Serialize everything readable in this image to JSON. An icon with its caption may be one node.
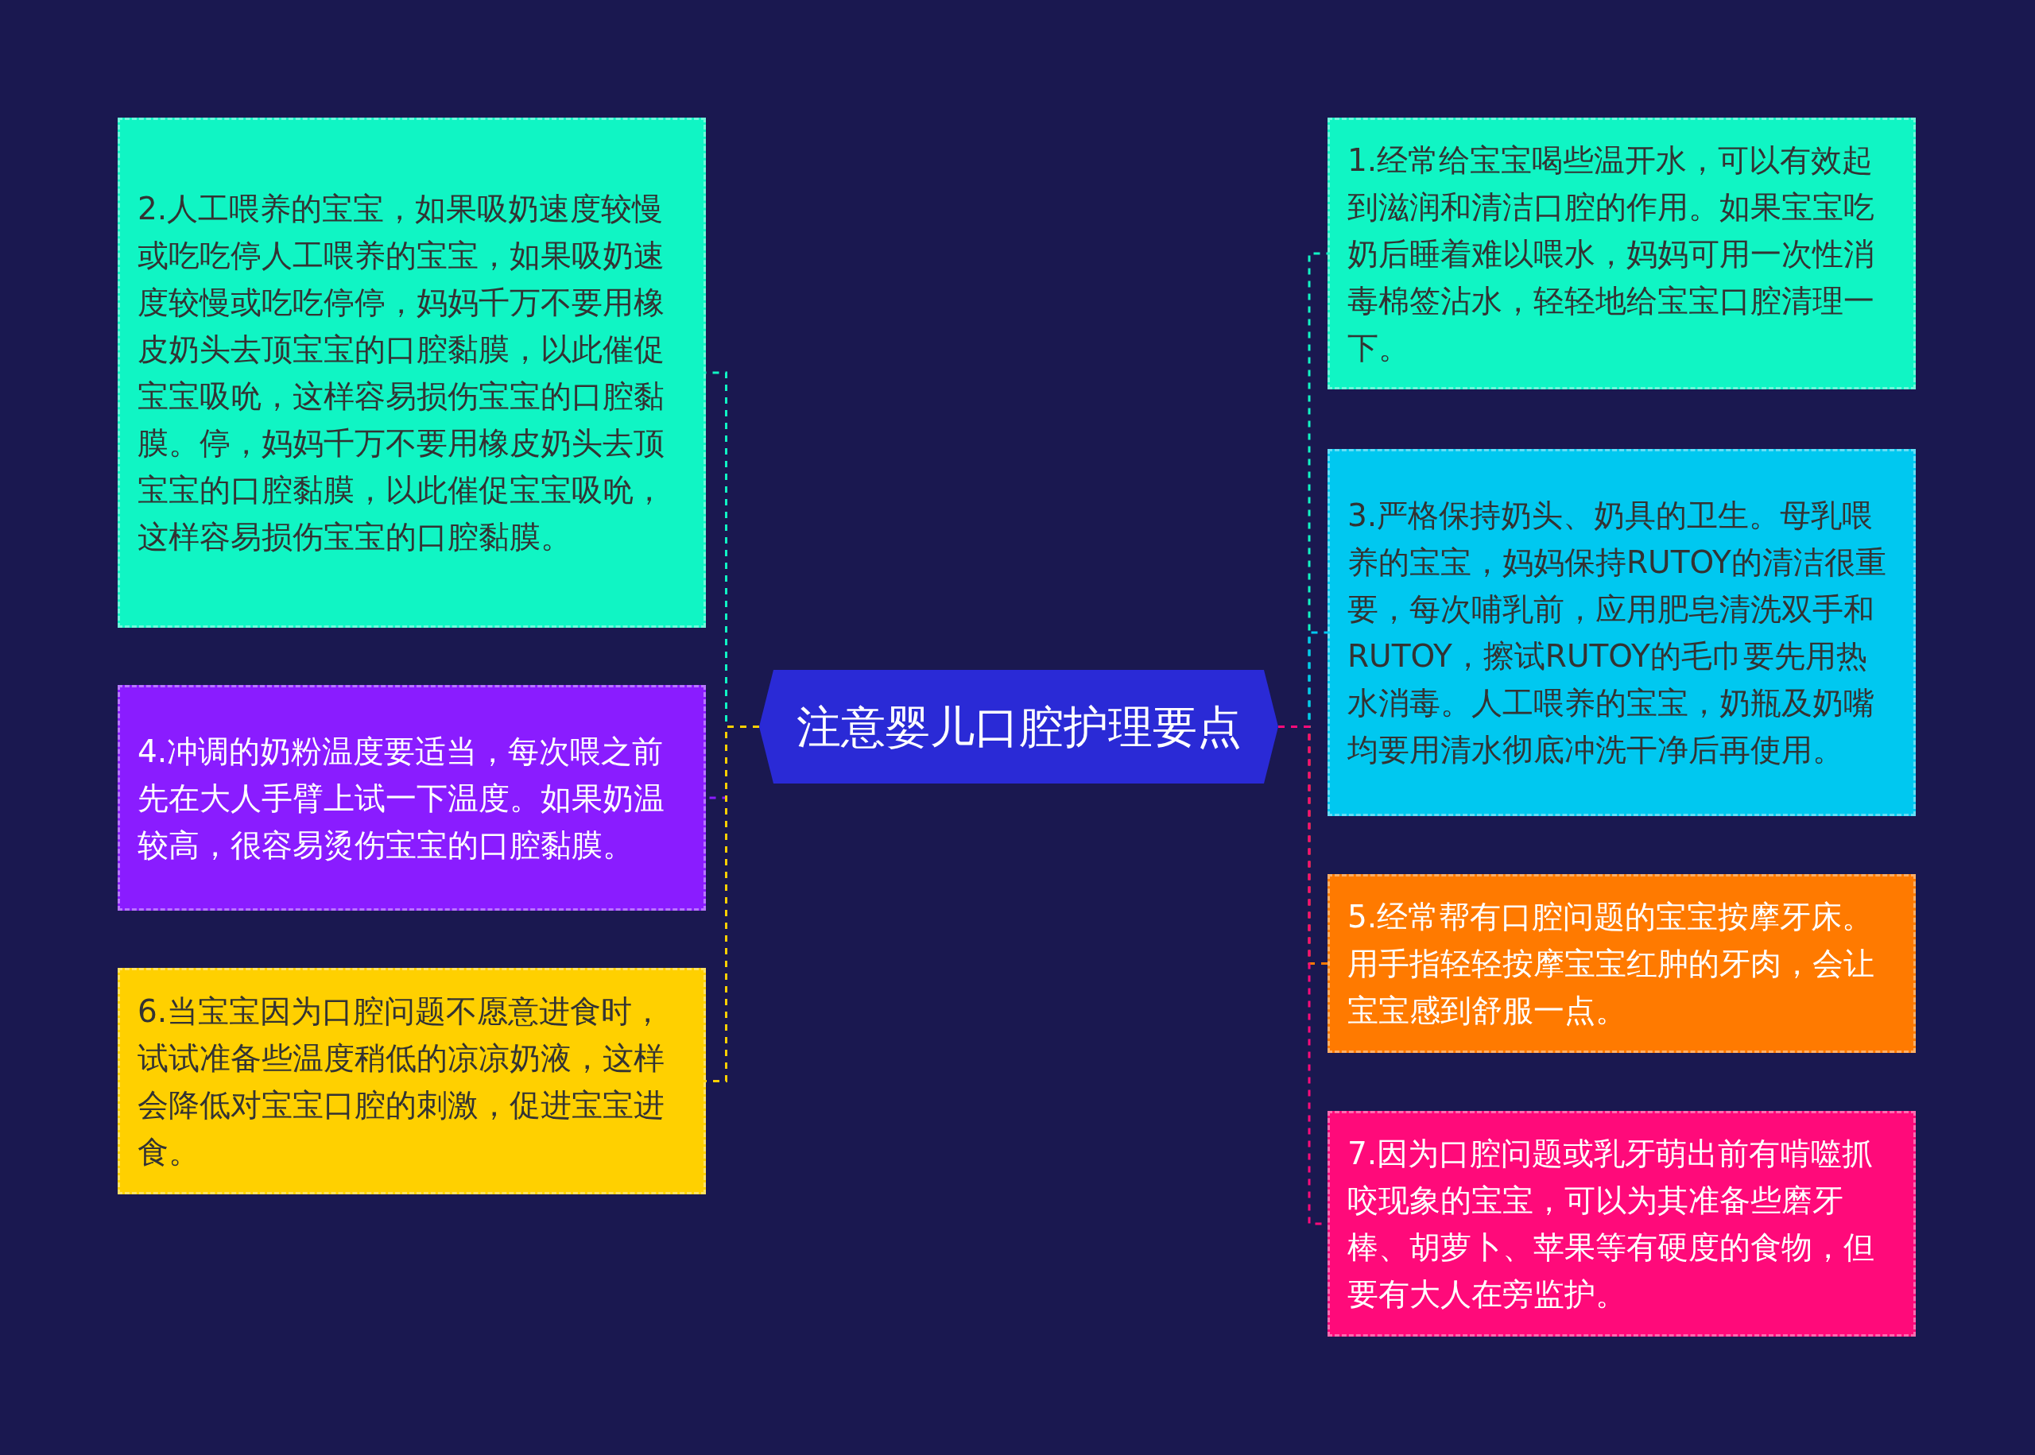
{
  "diagram": {
    "nodes": [
      {
        "text": [
          "注意婴儿口腔护理要点"
        ]
      },
      {
        "text": [
          "1.经常给宝宝喝些温开水，可以有效起到滋润和清洁口腔的作用。如果宝宝吃奶后睡着难以喂水，妈妈可用一次性消毒棉签沾水，轻轻地给宝宝口腔清理一下。"
        ]
      },
      {
        "text": [
          "2.人工喂养的宝宝，如果吸奶速度较慢或吃吃停人工喂养的宝宝，如果吸奶速度较慢或吃吃停停，妈妈千万不要用橡皮奶头去顶宝宝的口腔黏膜，以此催促宝宝吸吮，这样容易损伤宝宝的口腔黏膜。停，妈妈千万不要用橡皮奶头去顶宝宝的口腔黏膜，以此催促宝宝吸吮，这样容易损伤宝宝的口腔黏膜。"
        ]
      },
      {
        "text": [
          "3.严格保持奶头、奶具的卫生。母乳喂养的宝宝，妈妈保持RUTOY的清洁很重要，每次哺乳前，应用肥皂清洗双手和RUTOY，擦试RUTOY的毛巾要先用热水消毒。人工喂养的宝宝，奶瓶及奶嘴均要用清水彻底冲洗干净后再使用。"
        ]
      },
      {
        "text": [
          "4.冲调的奶粉温度要适当，每次喂之前先在大人手臂上试一下温度。如果奶温较高，很容易烫伤宝宝的口腔黏膜。"
        ]
      },
      {
        "text": [
          "5.经常帮有口腔问题的宝宝按摩牙床。用手指轻轻按摩宝宝红肿的牙肉，会让宝宝感到舒服一点。"
        ]
      },
      {
        "text": [
          "6.当宝宝因为口腔问题不愿意进食时，试试准备些温度稍低的凉凉奶液，这样会降低对宝宝口腔的刺激，促进宝宝进食。"
        ]
      },
      {
        "text": [
          "7.因为口腔问题或乳牙萌出前有啃噬抓咬现象的宝宝，可以为其准备些磨牙棒、胡萝卜、苹果等有硬度的食物，但要有大人在旁监护。"
        ]
      }
    ],
    "edges": [
      {
        "from": 0,
        "to": 1,
        "arrow": "none",
        "style": "dashed",
        "color": "#10f5c4"
      },
      {
        "from": 0,
        "to": 2,
        "arrow": "none",
        "style": "dashed",
        "color": "#10f5c4"
      },
      {
        "from": 0,
        "to": 3,
        "arrow": "none",
        "style": "dashed",
        "color": "#00c8f0"
      },
      {
        "from": 0,
        "to": 4,
        "arrow": "none",
        "style": "dashed",
        "color": "#8a1cff"
      },
      {
        "from": 0,
        "to": 5,
        "arrow": "none",
        "style": "dashed",
        "color": "#ff7a00"
      },
      {
        "from": 0,
        "to": 6,
        "arrow": "none",
        "style": "dashed",
        "color": "#ffd000"
      },
      {
        "from": 0,
        "to": 7,
        "arrow": "none",
        "style": "dashed",
        "color": "#ff0a7a"
      }
    ]
  }
}
